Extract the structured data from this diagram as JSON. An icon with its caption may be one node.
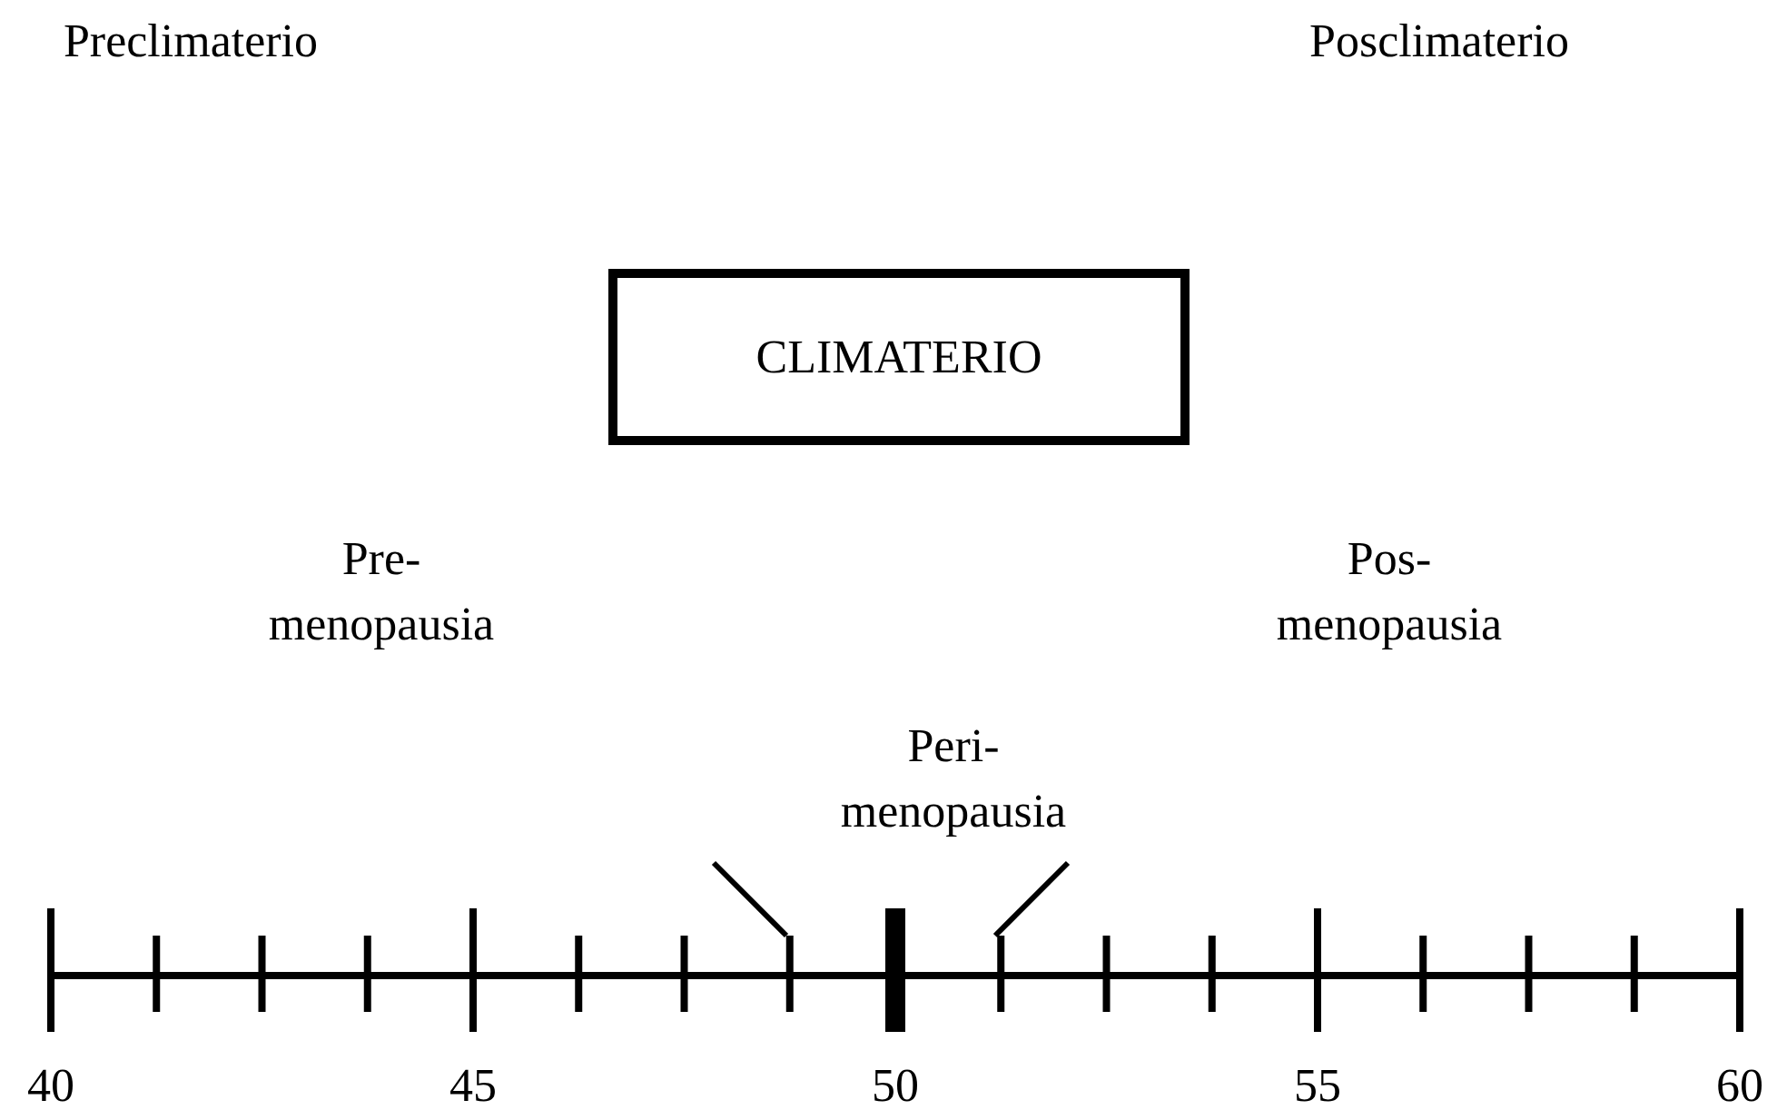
{
  "diagram": {
    "nodes": [
      {
        "text": [
          "CLIMATERIO"
        ]
      }
    ],
    "labels": [
      "Preclimaterio",
      "Posclimaterio",
      "Pre- menopausia",
      "Pos- menopausia",
      "Peri- menopausia",
      "40",
      "45",
      "50",
      "55",
      "60"
    ]
  }
}
